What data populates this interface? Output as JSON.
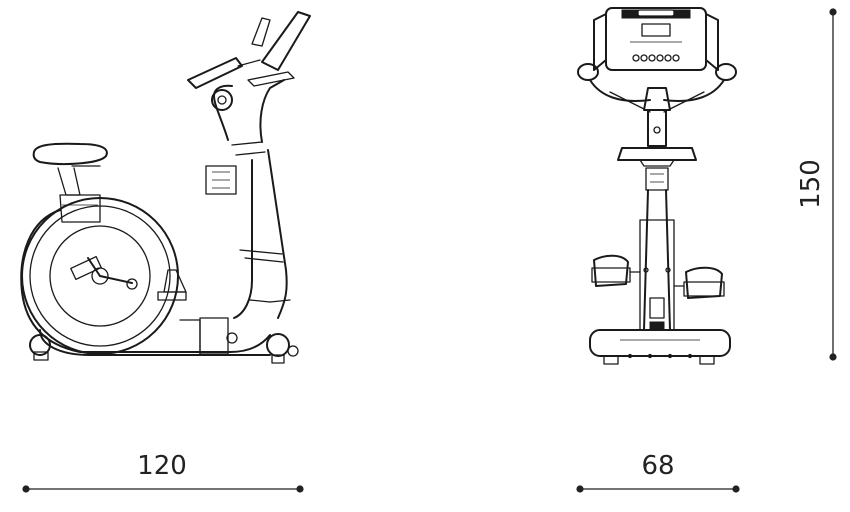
{
  "dimensions": {
    "length": "120",
    "width": "68",
    "height": "150"
  }
}
